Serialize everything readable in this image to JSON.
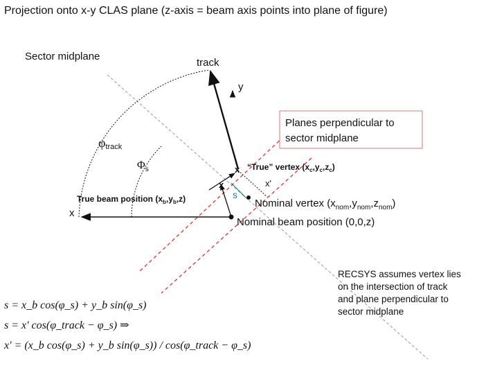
{
  "title": "Projection onto x-y CLAS plane (z-axis = beam axis points into plane of figure)",
  "labels": {
    "sector_midplane": "Sector midplane",
    "track": "track",
    "y": "y",
    "x": "x",
    "phi_track_sym": "φ",
    "phi_track_sub": "track",
    "phi_s_sym": "Φ",
    "phi_s_sub": "s",
    "s": "s",
    "x_prime": "x'",
    "true_vertex_prefix": "“True” vertex (",
    "true_vertex_x": "x",
    "true_vertex_xsub": "c",
    "true_vertex_y": ",y",
    "true_vertex_ysub": "c",
    "true_vertex_z": ",z",
    "true_vertex_zsub": "c",
    "true_vertex_close": ")",
    "true_beam_prefix": "True beam position (",
    "true_beam_x": "x",
    "true_beam_xsub": "b",
    "true_beam_y": ",y",
    "true_beam_ysub": "b",
    "true_beam_rest": ",z)",
    "nominal_vertex_prefix": "Nominal vertex (x",
    "nominal_vertex_xsub": "nom",
    "nominal_vertex_y": ",y",
    "nominal_vertex_ysub": "nom",
    "nominal_vertex_z": ",z",
    "nominal_vertex_zsub": "nom",
    "nominal_vertex_close": ")",
    "nominal_beam": "Nominal beam position (0,0,z)"
  },
  "callout": {
    "line1": "Planes perpendicular to",
    "line2": "sector midplane"
  },
  "note": {
    "line1": "RECSYS assumes vertex lies",
    "line2": "on the intersection of track",
    "line3": "and plane perpendicular to",
    "line4": "sector midplane"
  },
  "equations": {
    "eq1": "s = x_b cos(φ_s) + y_b sin(φ_s)",
    "eq2": "s = x' cos(φ_track − φ_s) ⇒",
    "eq3": "x' = (x_b cos(φ_s) + y_b sin(φ_s)) / cos(φ_track − φ_s)"
  },
  "colors": {
    "red_dash": "#e03030",
    "callout_border": "#e07070",
    "teal": "#1a8a8a",
    "midplane": "#999999"
  }
}
